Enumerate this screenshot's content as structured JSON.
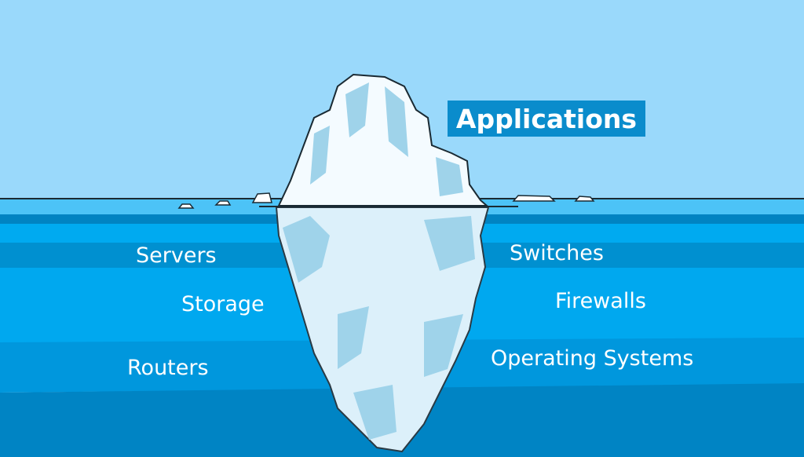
{
  "above_water": {
    "label": "Applications"
  },
  "below_water": {
    "left": [
      "Servers",
      "Storage",
      "Routers"
    ],
    "right": [
      "Switches",
      "Firewalls",
      "Operating Systems"
    ]
  },
  "colors": {
    "sky": "#9ad9fb",
    "water_top": "#4cc3f7",
    "water_deep": "#0084c4",
    "label_bg": "#0a8ccc",
    "ice": "#f4fbff",
    "ice_shadow": "#9fd3ea"
  }
}
